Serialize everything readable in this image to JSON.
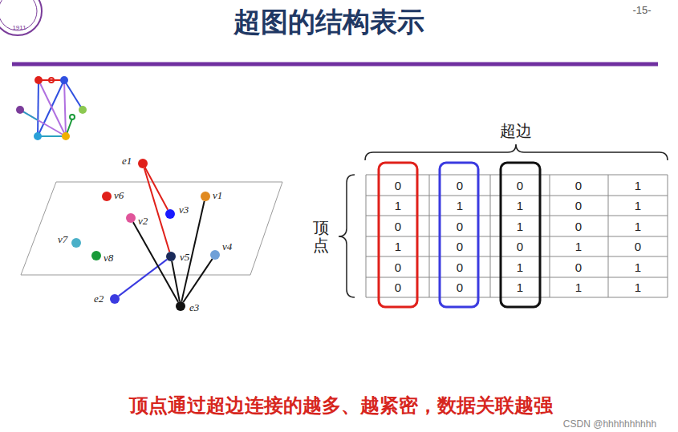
{
  "diagram": {
    "title": "超图的结构表示",
    "caption": "顶点通过超边连接的越多、越紧密，数据关联越强",
    "nodes": [
      {
        "text": [
          "e1"
        ]
      },
      {
        "text": [
          "v6"
        ]
      },
      {
        "text": [
          "v1"
        ]
      },
      {
        "text": [
          "v3"
        ]
      },
      {
        "text": [
          "v2"
        ]
      },
      {
        "text": [
          "v7"
        ]
      },
      {
        "text": [
          "v8"
        ]
      },
      {
        "text": [
          "v5"
        ]
      },
      {
        "text": [
          "v4"
        ]
      },
      {
        "text": [
          "e2"
        ]
      },
      {
        "text": [
          "e3"
        ]
      }
    ],
    "edges": [
      {
        "from": 0,
        "to": 3,
        "arrow": "none"
      },
      {
        "from": 0,
        "to": 7,
        "arrow": "none"
      },
      {
        "from": 9,
        "to": 7,
        "arrow": "none"
      },
      {
        "from": 10,
        "to": 4,
        "arrow": "none"
      },
      {
        "from": 10,
        "to": 7,
        "arrow": "none"
      },
      {
        "from": 10,
        "to": 2,
        "arrow": "none"
      },
      {
        "from": 10,
        "to": 8,
        "arrow": "none"
      }
    ],
    "labels": [
      "0",
      "0",
      "0",
      "0",
      "1",
      "1",
      "1",
      "1",
      "0",
      "1",
      "0",
      "0",
      "1",
      "0",
      "1",
      "1",
      "0",
      "0",
      "1",
      "0",
      "0",
      "0",
      "1",
      "0",
      "1",
      "0",
      "0",
      "1",
      "1",
      "1",
      "超边",
      "顶点",
      "-15-",
      "1911",
      "CSDN @hhhhhhhhhh"
    ]
  }
}
